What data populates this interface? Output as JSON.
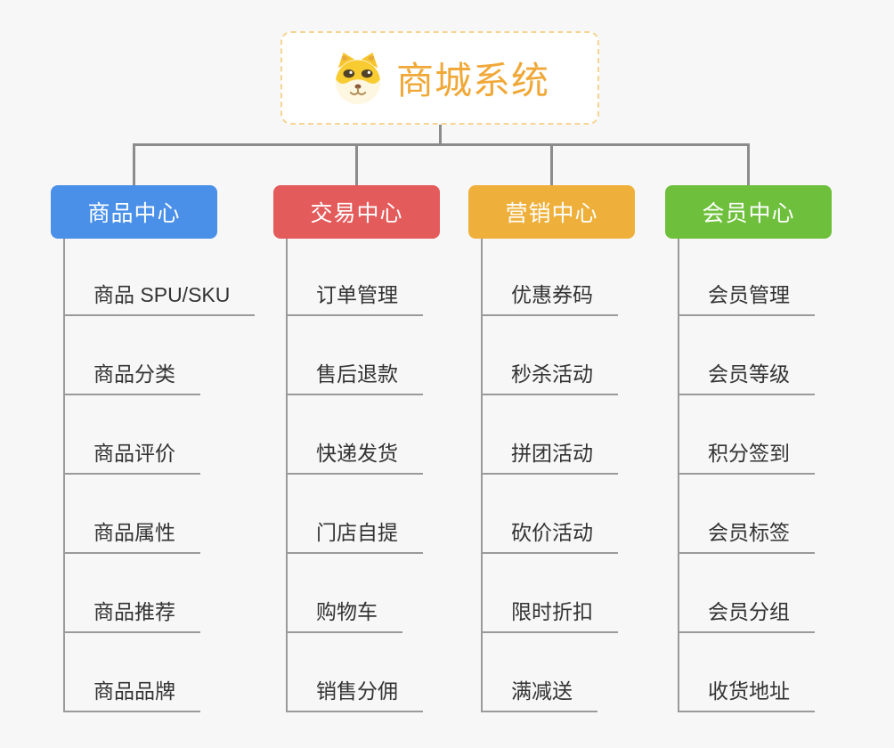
{
  "root": {
    "title": "商城系统",
    "icon": "dog-face-icon",
    "accent_color": "#f0a838",
    "border_color": "#f6d593"
  },
  "connector_color": "#8c8c8c",
  "branches": [
    {
      "label": "商品中心",
      "color": "#4a90e8",
      "items": [
        "商品 SPU/SKU",
        "商品分类",
        "商品评价",
        "商品属性",
        "商品推荐",
        "商品品牌"
      ]
    },
    {
      "label": "交易中心",
      "color": "#e45b5b",
      "items": [
        "订单管理",
        "售后退款",
        "快递发货",
        "门店自提",
        "购物车",
        "销售分佣"
      ]
    },
    {
      "label": "营销中心",
      "color": "#eeb03a",
      "items": [
        "优惠券码",
        "秒杀活动",
        "拼团活动",
        "砍价活动",
        "限时折扣",
        "满减送"
      ]
    },
    {
      "label": "会员中心",
      "color": "#6ec03c",
      "items": [
        "会员管理",
        "会员等级",
        "积分签到",
        "会员标签",
        "会员分组",
        "收货地址"
      ]
    }
  ]
}
